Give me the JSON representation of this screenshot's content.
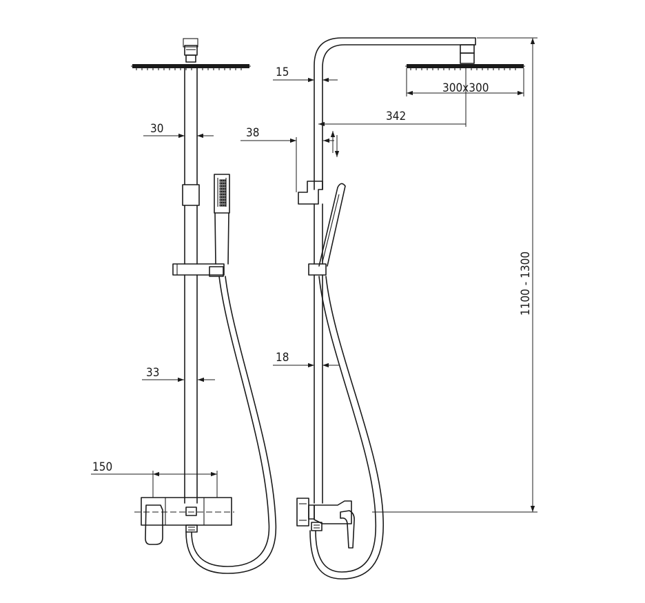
{
  "dimensions": {
    "d15": "15",
    "d30": "30",
    "d33": "33",
    "d38": "38",
    "d18": "18",
    "d150": "150",
    "d342": "342",
    "head_size": "300x300",
    "height_range": "1100 - 1300"
  }
}
